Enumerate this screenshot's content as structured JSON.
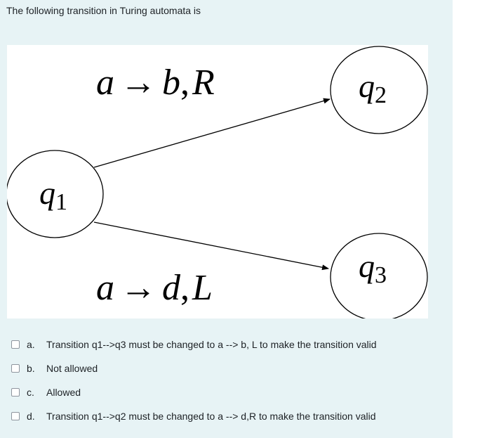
{
  "question": {
    "text": "The following transition in Turing automata is"
  },
  "diagram": {
    "states": [
      {
        "id": "q1",
        "base": "q",
        "sub": "1"
      },
      {
        "id": "q2",
        "base": "q",
        "sub": "2"
      },
      {
        "id": "q3",
        "base": "q",
        "sub": "3"
      }
    ],
    "transitions": [
      {
        "from": "q1",
        "to": "q2",
        "read": "a",
        "arrow": "→",
        "write": "b",
        "sep": ",",
        "move": "R"
      },
      {
        "from": "q1",
        "to": "q3",
        "read": "a",
        "arrow": "→",
        "write": "d",
        "sep": ",",
        "move": "L"
      }
    ]
  },
  "options": [
    {
      "letter": "a.",
      "text": "Transition q1-->q3 must be changed to a --> b, L to make the transition valid"
    },
    {
      "letter": "b.",
      "text": "Not allowed"
    },
    {
      "letter": "c.",
      "text": "Allowed"
    },
    {
      "letter": "d.",
      "text": "Transition q1-->q2 must be changed to a --> d,R to make the transition valid"
    }
  ]
}
